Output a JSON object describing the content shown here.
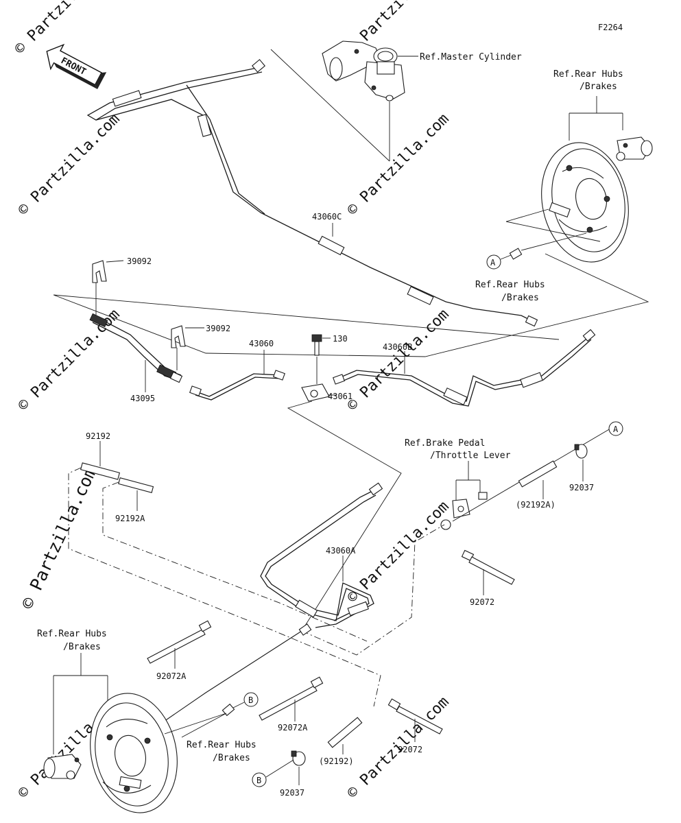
{
  "diagram_id": "F2264",
  "front_label": "FRONT",
  "watermark": "© Partzilla.com",
  "ref_labels": {
    "master_cylinder": "Ref.Master Cylinder",
    "rear_hubs_top_1": "Ref.Rear Hubs",
    "rear_hubs_top_2": "/Brakes",
    "rear_hubs_mid_1": "Ref.Rear Hubs",
    "rear_hubs_mid_2": "/Brakes",
    "brake_pedal_1": "Ref.Brake Pedal",
    "brake_pedal_2": "/Throttle Lever",
    "rear_hubs_left_1": "Ref.Rear Hubs",
    "rear_hubs_left_2": "/Brakes",
    "rear_hubs_bottom_1": "Ref.Rear Hubs",
    "rear_hubs_bottom_2": "/Brakes"
  },
  "parts": {
    "p43060C": "43060C",
    "p39092_a": "39092",
    "p39092_b": "39092",
    "p43095": "43095",
    "p43060": "43060",
    "p130": "130",
    "p43060B": "43060B",
    "p43061": "43061",
    "p92192": "92192",
    "p92192A": "92192A",
    "p92192A_paren": "(92192A)",
    "p92037_top": "92037",
    "p43060A": "43060A",
    "p92072_mid": "92072",
    "p92072A_left": "92072A",
    "p92072A_bottom": "92072A",
    "p92072_bottom": "92072",
    "p92192_paren": "(92192)",
    "p92037_bottom": "92037"
  },
  "markers": {
    "a": "A",
    "b": "B"
  }
}
